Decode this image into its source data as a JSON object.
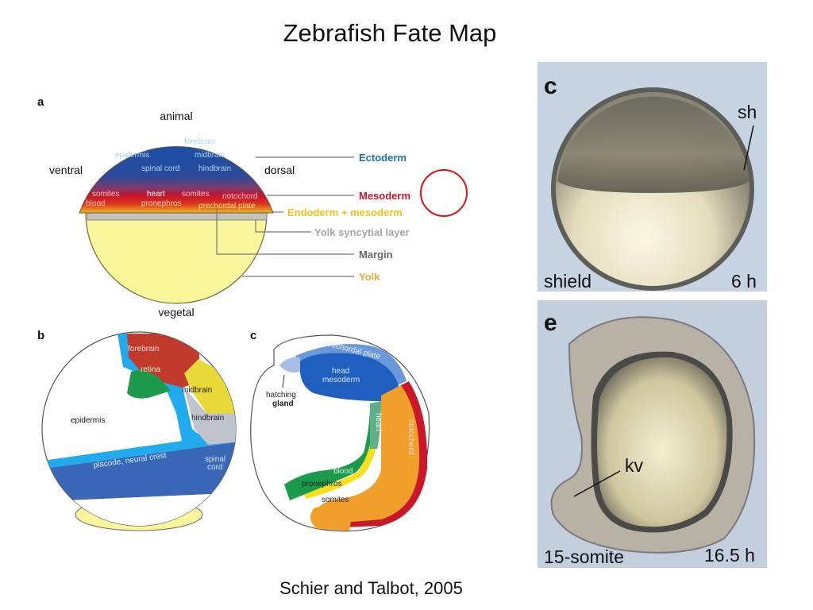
{
  "title": "Zebrafish Fate Map",
  "caption": "Schier and Talbot, 2005",
  "panel_a": {
    "letter": "a",
    "axis_labels": {
      "top": "animal",
      "bottom": "vegetal",
      "left": "ventral",
      "right": "dorsal"
    },
    "ectoderm_regions": [
      "forebrain",
      "epidermis",
      "midbrain",
      "spinal cord",
      "hindbrain"
    ],
    "mesoderm_regions": [
      "somites",
      "blood",
      "heart",
      "pronephros",
      "somites",
      "notochord",
      "prechordal plate"
    ],
    "legend": [
      {
        "label": "Ectoderm",
        "color": "#1f6fb2"
      },
      {
        "label": "Mesoderm",
        "color": "#c0182a"
      },
      {
        "label": "Endoderm + mesoderm",
        "color": "#f2c21b"
      },
      {
        "label": "Yolk syncytial layer",
        "color": "#a6a6a6"
      },
      {
        "label": "Margin",
        "color": "#666666"
      },
      {
        "label": "Yolk",
        "color": "#f0a73a"
      }
    ]
  },
  "panel_b": {
    "letter": "b",
    "regions": [
      "forebrain",
      "retina",
      "midbrain",
      "hindbrain",
      "epidermis",
      "placode, neural crest",
      "spinal",
      "cord"
    ]
  },
  "panel_c": {
    "letter": "c",
    "regions": [
      "prechordal plate",
      "head",
      "mesoderm",
      "hatching",
      "gland",
      "heart",
      "notochord",
      "blood",
      "pronephros",
      "somites"
    ]
  },
  "photo_c": {
    "letter": "c",
    "marker": "sh",
    "stage": "shield",
    "time": "6 h"
  },
  "photo_e": {
    "letter": "e",
    "marker": "kv",
    "stage": "15-somite",
    "time": "16.5 h"
  },
  "annotation": {
    "shape": "circle",
    "color": "#e01010"
  }
}
